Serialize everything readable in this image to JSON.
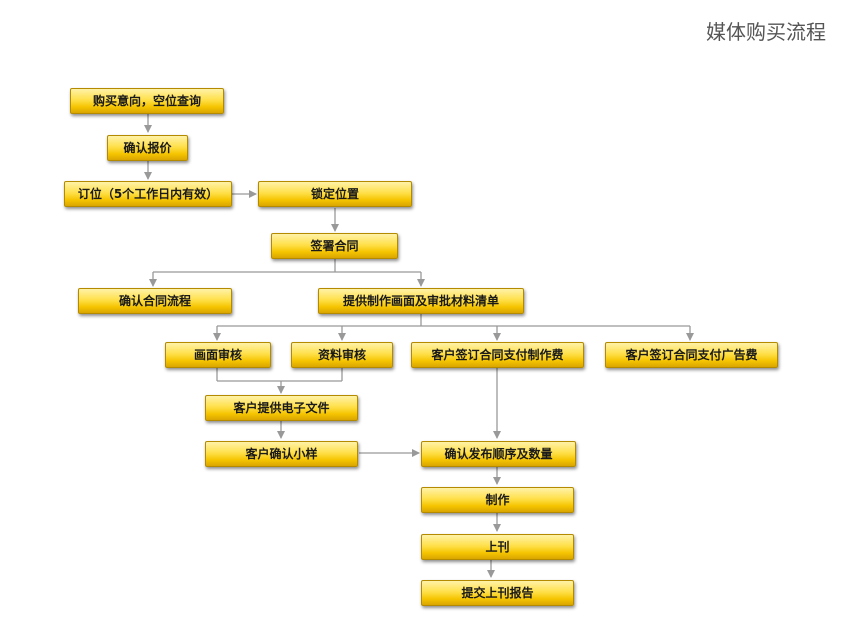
{
  "title": "媒体购买流程",
  "colors": {
    "connector": "#999999",
    "box_fill": "#ffd21f",
    "box_border": "#b38a00"
  },
  "nodes": {
    "n1": "购买意向，空位查询",
    "n2": "确认报价",
    "n3": "订位（5个工作日内有效）",
    "n4": "锁定位置",
    "n5": "签署合同",
    "n6": "确认合同流程",
    "n7": "提供制作画面及审批材料清单",
    "n8": "画面审核",
    "n9": "资料审核",
    "n10": "客户签订合同支付制作费",
    "n11": "客户签订合同支付广告费",
    "n12": "客户提供电子文件",
    "n13": "客户确认小样",
    "n14": "确认发布顺序及数量",
    "n15": "制作",
    "n16": "上刊",
    "n17": "提交上刊报告"
  }
}
